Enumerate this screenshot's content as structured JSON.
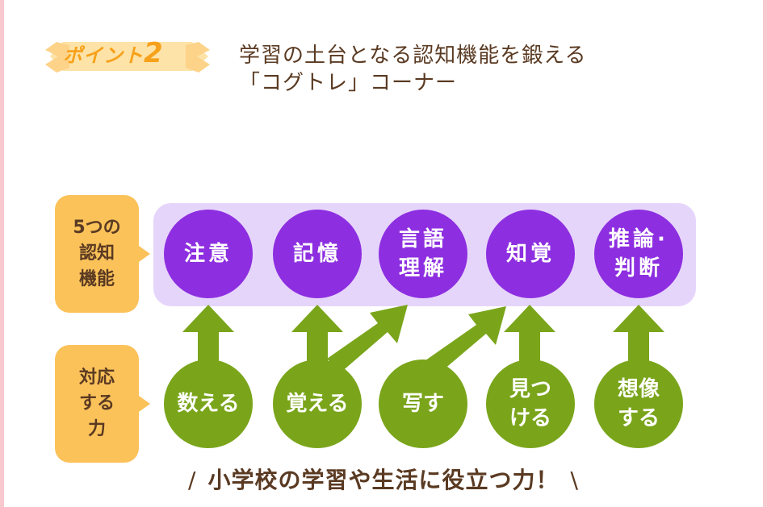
{
  "badge": {
    "label": "ポイント",
    "number": "2"
  },
  "header": {
    "line1": "学習の土台となる認知機能を鍛える",
    "line2": "「コグトレ」コーナー"
  },
  "labels": {
    "cognitive": "5つの\n認知\n機能",
    "abilities": "対応\nする\n力"
  },
  "cognitive_functions": [
    {
      "label": "注意"
    },
    {
      "label": "記憶"
    },
    {
      "label": "言語\n理解"
    },
    {
      "label": "知覚"
    },
    {
      "label": "推論·\n判断"
    }
  ],
  "abilities": [
    {
      "label": "数える"
    },
    {
      "label": "覚える"
    },
    {
      "label": "写す"
    },
    {
      "label": "見つ\nける"
    },
    {
      "label": "想像\nする"
    }
  ],
  "slogan": {
    "left_mark": "/",
    "text": "小学校の学習や生活に役立つ力！",
    "right_mark": "\\"
  },
  "colors": {
    "purple": "#8d2fe0",
    "green": "#7aa51b",
    "band": "#e6d5fb",
    "label_bg": "#fbc25a",
    "badge_text": "#f7a11b",
    "text_brown": "#5a3a22"
  }
}
